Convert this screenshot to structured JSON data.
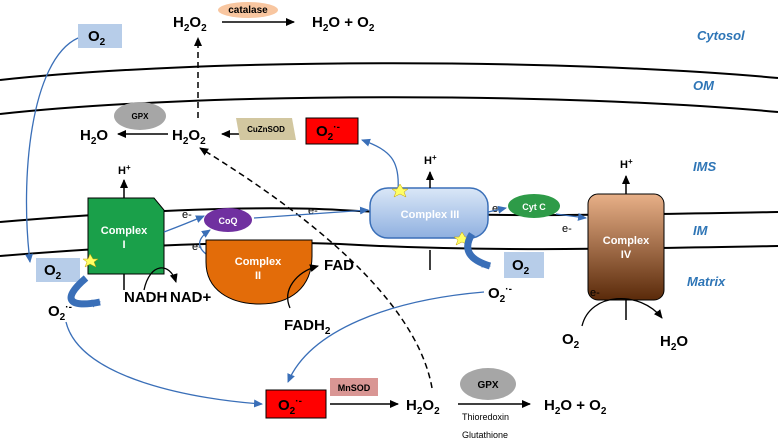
{
  "regions": {
    "cytosol": "Cytosol",
    "om": "OM",
    "ims": "IMS",
    "im": "IM",
    "matrix": "Matrix"
  },
  "complexes": {
    "c1": [
      "Complex",
      "I"
    ],
    "c2": [
      "Complex",
      "II"
    ],
    "c3": "Complex III",
    "c4": [
      "Complex",
      "IV"
    ],
    "coq": "CoQ",
    "cytc": "Cyt C"
  },
  "enzymes": {
    "catalase": "catalase",
    "gpx": "GPX",
    "cuznsod": "CuZnSOD",
    "mnsod": "MnSOD"
  },
  "species": {
    "o2": "O",
    "o2_sub": "2",
    "superoxide": "O",
    "superoxide_sup": "·-",
    "h2o2_main": "H",
    "h2o": "H",
    "plus": "+",
    "hplus": "H",
    "hplus_sup": "+",
    "electron": "e-",
    "nadh": "NADH",
    "nadplus": "NAD+",
    "fad": "FAD",
    "fadh": "FADH",
    "fadh_sub": "2",
    "thioredoxin": "Thioredoxin",
    "glutathione": "Glutathione"
  },
  "colors": {
    "complex1": "#1aa04a",
    "complex2": "#e36c09",
    "complex3_top": "#dae7f7",
    "complex3_bottom": "#8fb0e0",
    "complex4_top": "#e8b088",
    "complex4_bottom": "#5a2a0a",
    "coq": "#7030a0",
    "cytc": "#2e9b48",
    "superoxide_box": "#ff0000",
    "o2_box": "#b7cde9",
    "catalase": "#f8c6a0",
    "gpx": "#a6a6a6",
    "cuznsod": "#d2c7a0",
    "mnsod": "#d99694",
    "arrow_blue": "#3a6fb8",
    "region_text": "#2e75b6",
    "star": "#ffff66"
  }
}
